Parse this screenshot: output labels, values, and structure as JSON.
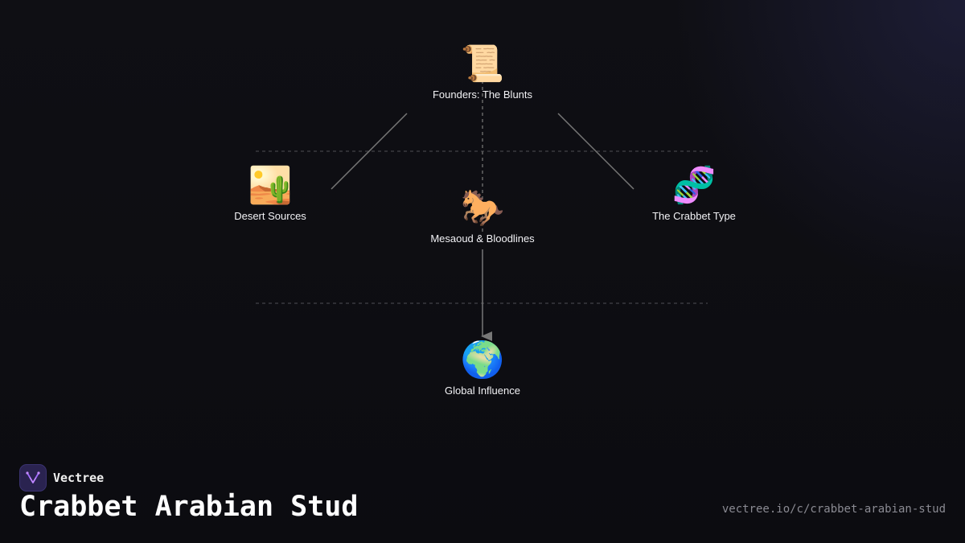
{
  "brand": {
    "name": "Vectree",
    "accent": "#8b5cf6"
  },
  "title": "Crabbet Arabian Stud",
  "url": "vectree.io/c/crabbet-arabian-stud",
  "diagram": {
    "nodes": [
      {
        "id": "founders",
        "icon": "scroll-icon",
        "glyph": "📜",
        "label": "Founders: The Blunts"
      },
      {
        "id": "desert",
        "icon": "desert-icon",
        "glyph": "🏜️",
        "label": "Desert Sources"
      },
      {
        "id": "mesaoud",
        "icon": "horse-icon",
        "glyph": "🐎",
        "label": "Mesaoud & Bloodlines"
      },
      {
        "id": "crabbet-type",
        "icon": "dna-icon",
        "glyph": "🧬",
        "label": "The Crabbet Type"
      },
      {
        "id": "global",
        "icon": "globe-icon",
        "glyph": "🌍",
        "label": "Global Influence"
      }
    ],
    "edges": [
      {
        "from": "founders",
        "to": "desert"
      },
      {
        "from": "founders",
        "to": "crabbet-type"
      },
      {
        "from": "founders",
        "to": "mesaoud",
        "style": "dashed"
      },
      {
        "from": "mesaoud",
        "to": "global",
        "arrow": true
      }
    ]
  }
}
